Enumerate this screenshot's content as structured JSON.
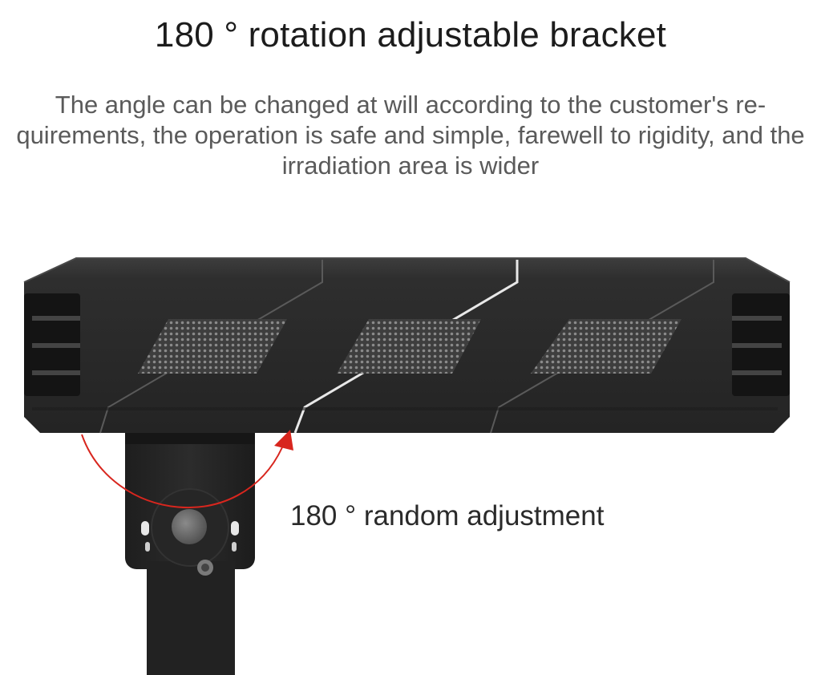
{
  "heading": {
    "title": "180 ° rotation adjustable bracket",
    "description": "The angle can be changed at will according to the customer's re-quirements, the operation is safe and simple, farewell to rigidity, and the irradiation area is wider"
  },
  "callout": {
    "label": "180 ° random adjustment"
  },
  "colors": {
    "housing": "#2b2b2b",
    "housing_top": "#3a3a3a",
    "grille": "#6a6a6a",
    "arrow": "#d8261e",
    "text_dark": "#1c1c1c",
    "text_gray": "#5a5a5a"
  },
  "icons": {
    "rotation_indicator": "curved-rotation-arrow-icon"
  }
}
